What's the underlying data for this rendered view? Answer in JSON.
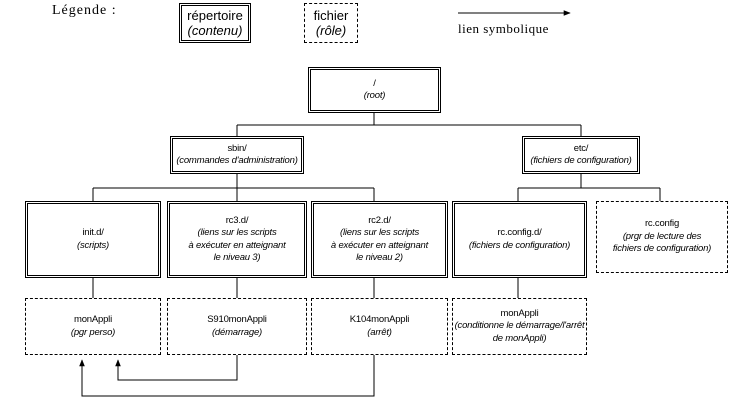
{
  "legend": {
    "title": "Légende :",
    "dir_name": "répertoire",
    "dir_role": "(contenu)",
    "file_name": "fichier",
    "file_role": "(rôle)",
    "link_label": "lien symbolique"
  },
  "nodes": {
    "root": {
      "name": "/",
      "role": "(root)"
    },
    "sbin": {
      "name": "sbin/",
      "role": "(commandes d'administration)"
    },
    "etc": {
      "name": "etc/",
      "role": "(fichiers de configuration)"
    },
    "initd": {
      "name": "init.d/",
      "role": "(scripts)"
    },
    "rc3d": {
      "name": "rc3.d/",
      "role": [
        "(liens sur les scripts",
        "à exécuter en atteignant",
        "le niveau 3)"
      ]
    },
    "rc2d": {
      "name": "rc2.d/",
      "role": [
        "(liens sur les scripts",
        "à exécuter en atteignant",
        "le niveau 2)"
      ]
    },
    "rcconfigd": {
      "name": "rc.config.d/",
      "role": "(fichiers de configuration)"
    },
    "rcconfig": {
      "name": "rc.config",
      "role": [
        "(prgr de lecture des",
        "fichiers de configuration)"
      ]
    },
    "monappli1": {
      "name": "monAppli",
      "role": "(pgr perso)"
    },
    "s910": {
      "name": "S910monAppli",
      "role": "(démarrage)"
    },
    "k104": {
      "name": "K104monAppli",
      "role": "(arrêt)"
    },
    "monappli2": {
      "name": "monAppli",
      "role": [
        "(conditionne le démarrage/l'arrêt",
        "de monAppli)"
      ]
    }
  }
}
